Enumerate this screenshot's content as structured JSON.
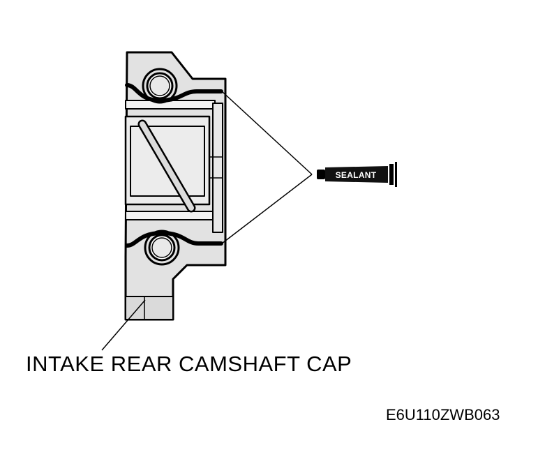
{
  "diagram": {
    "part_label": "INTAKE REAR CAMSHAFT CAP",
    "sealant_label": "SEALANT",
    "figure_code": "E6U110ZWB063"
  },
  "colors": {
    "ink": "#000000",
    "paper": "#ffffff",
    "part_shade": "#e2e2e2"
  },
  "icons": {
    "sealant": "sealant-tube-icon"
  }
}
